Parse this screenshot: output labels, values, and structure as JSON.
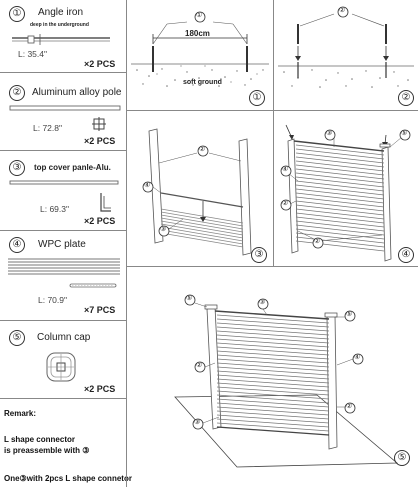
{
  "parts": [
    {
      "num": "①",
      "name": "Angle iron",
      "note": "deep in the underground",
      "length": "L: 35.4\"",
      "qty": "×2 PCS"
    },
    {
      "num": "②",
      "name": "Aluminum alloy pole",
      "length": "L: 72.8\"",
      "qty": "×2 PCS"
    },
    {
      "num": "③",
      "name": "top cover panle-Alu.",
      "length": "L: 69.3\"",
      "qty": "×2 PCS"
    },
    {
      "num": "④",
      "name": "WPC plate",
      "length": "L: 70.9\"",
      "qty": "×7 PCS"
    },
    {
      "num": "⑤",
      "name": "Column cap",
      "qty": "×2 PCS"
    }
  ],
  "remark": {
    "title": "Remark:",
    "line1": "L shape connector",
    "line2": "is preassemble with ③",
    "line3": "One③with 2pcs L shape connetor"
  },
  "steps": {
    "s1": {
      "badge": "①",
      "callout": "①",
      "dim": "180cm",
      "ground": "soft ground"
    },
    "s2": {
      "badge": "②",
      "callout": "②"
    },
    "s3": {
      "badge": "③",
      "c2": "②",
      "c4": "④",
      "c3": "③"
    },
    "s4": {
      "badge": "④",
      "c3": "③",
      "c5": "⑤",
      "c4": "④",
      "c2a": "②",
      "c2b": "②"
    },
    "s5": {
      "badge": "⑤",
      "c5a": "⑤",
      "c3a": "③",
      "c5b": "⑤",
      "c4": "④",
      "c2a": "②",
      "c2b": "②",
      "c3b": "③"
    }
  }
}
